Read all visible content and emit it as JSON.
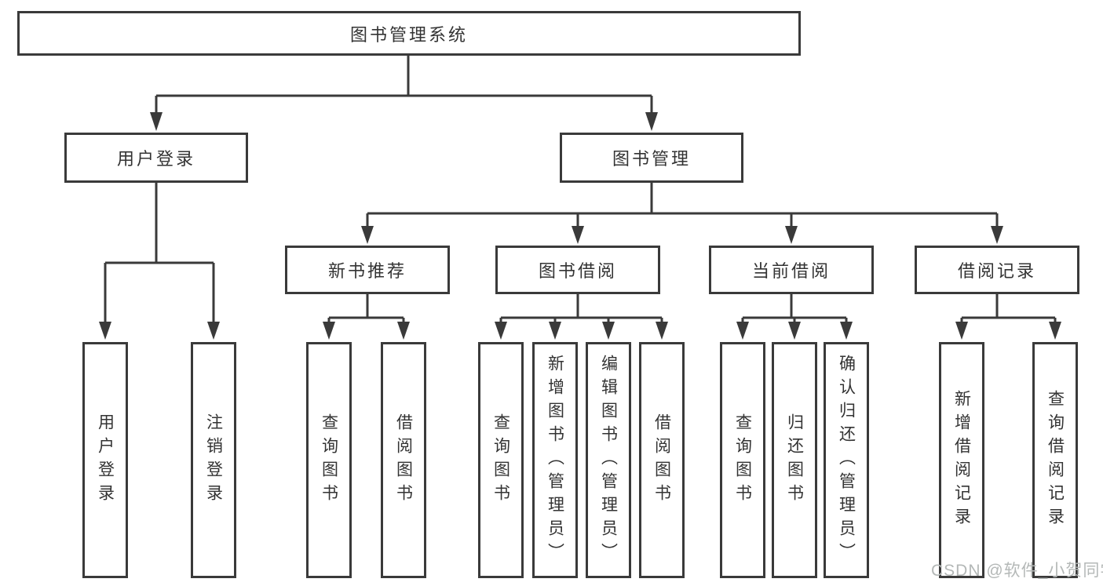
{
  "watermark": "CSDN @软件_小贺同学",
  "colors": {
    "line": "#3a3a3a",
    "text": "#333333",
    "bg": "#ffffff",
    "watermark": "#b4b8b7"
  },
  "tree": {
    "label": "图书管理系统",
    "children": [
      {
        "label": "用户登录",
        "children": [
          {
            "label": "用户登录"
          },
          {
            "label": "注销登录"
          }
        ]
      },
      {
        "label": "图书管理",
        "children": [
          {
            "label": "新书推荐",
            "children": [
              {
                "label": "查询图书"
              },
              {
                "label": "借阅图书"
              }
            ]
          },
          {
            "label": "图书借阅",
            "children": [
              {
                "label": "查询图书"
              },
              {
                "label": "新增图书（管理员）"
              },
              {
                "label": "编辑图书（管理员）"
              },
              {
                "label": "借阅图书"
              }
            ]
          },
          {
            "label": "当前借阅",
            "children": [
              {
                "label": "查询图书"
              },
              {
                "label": "归还图书"
              },
              {
                "label": "确认归还（管理员）"
              }
            ]
          },
          {
            "label": "借阅记录",
            "children": [
              {
                "label": "新增借阅记录"
              },
              {
                "label": "查询借阅记录"
              }
            ]
          }
        ]
      }
    ]
  }
}
